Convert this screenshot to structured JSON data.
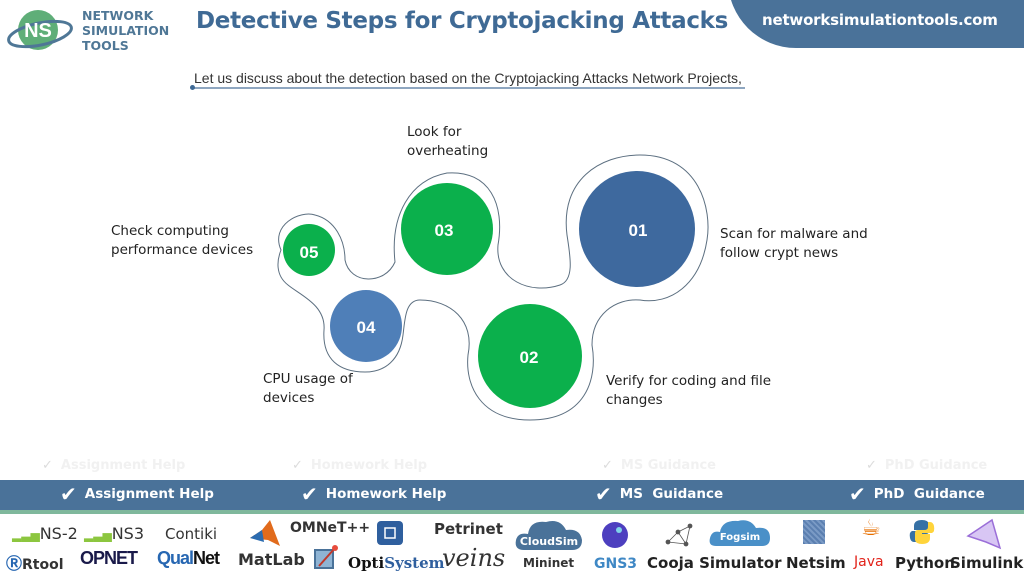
{
  "header": {
    "logo_initials": "NS",
    "logo_lines": [
      "NETWORK",
      "SIMULATION",
      "TOOLS"
    ],
    "title": "Detective Steps for Cryptojacking Attacks",
    "website": "networksimulationtools.com",
    "subtitle": "Let us discuss about the detection based on the Cryptojacking Attacks Network Projects,"
  },
  "colors": {
    "brand_blue": "#4a7299",
    "title_blue": "#3f6a95",
    "step_green": "#0bb04c",
    "step_blue_dark": "#3e699e",
    "step_blue_light": "#4f7fb8",
    "accent_green": "#7fb89c"
  },
  "steps": [
    {
      "number": "01",
      "label_lines": [
        "Scan for malware and",
        "follow crypt news"
      ],
      "color": "#3e699e"
    },
    {
      "number": "02",
      "label_lines": [
        "Verify for coding and file",
        "changes"
      ],
      "color": "#0bb04c"
    },
    {
      "number": "03",
      "label_lines": [
        "Look for",
        "overheating"
      ],
      "color": "#0bb04c"
    },
    {
      "number": "04",
      "label_lines": [
        "CPU usage of",
        "devices"
      ],
      "color": "#4f7fb8"
    },
    {
      "number": "05",
      "label_lines": [
        "Check computing",
        "performance devices"
      ],
      "color": "#0bb04c"
    }
  ],
  "services": [
    {
      "label": "Assignment Help",
      "icon": "check-icon"
    },
    {
      "label": "Homework Help",
      "icon": "check-icon"
    },
    {
      "label": "MS  Guidance",
      "icon": "check-icon"
    },
    {
      "label": "PhD  Guidance",
      "icon": "check-icon"
    }
  ],
  "tools": {
    "ns2": "NS-2",
    "ns3": "NS3",
    "contiki": "Contiki",
    "rtool": "Rtool",
    "opnet": "OPNET",
    "qual": "Qual",
    "net": "Net",
    "omnet": "OMNeT++",
    "matlab": "MatLab",
    "opti": "Opti",
    "system": "System",
    "petrinet": "Petrinet",
    "veins": "veins",
    "cloudsim": "CloudSim",
    "mininet": "Mininet",
    "gns3": "GNS3",
    "cooja": "Cooja Simulator",
    "fogsim": "Fogsim",
    "netsim": "Netsim",
    "java": "Java",
    "python": "Python",
    "simulink": "Simulink"
  }
}
